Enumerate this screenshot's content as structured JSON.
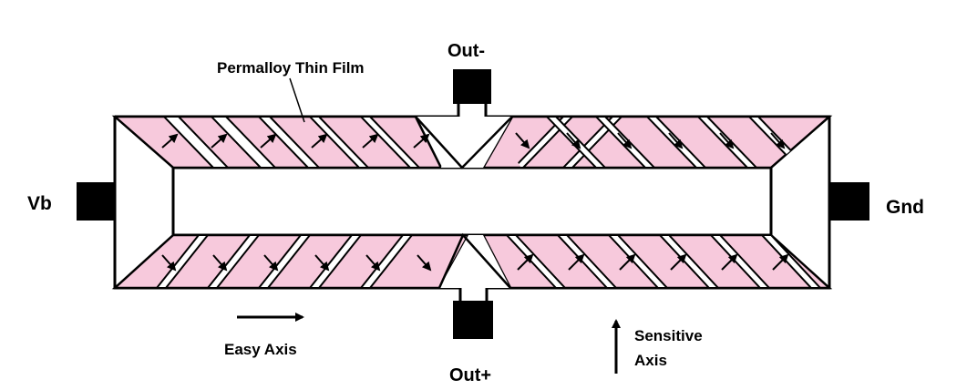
{
  "labels": {
    "film": "Permalloy Thin Film",
    "out_minus": "Out-",
    "out_plus": "Out+",
    "vb": "Vb",
    "gnd": "Gnd",
    "easy_axis": "Easy Axis",
    "sensitive_axis_line1": "Sensitive",
    "sensitive_axis_line2": "Axis"
  },
  "colors": {
    "film": "#f7c9dc",
    "outline": "#000000",
    "terminal": "#000000",
    "background": "#ffffff"
  }
}
